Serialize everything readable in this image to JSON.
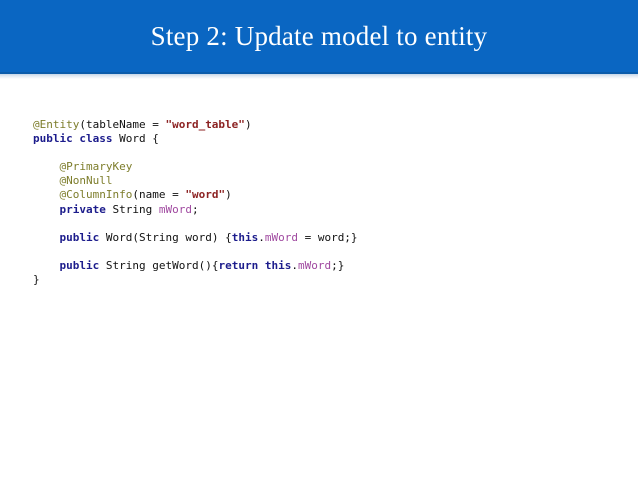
{
  "slide": {
    "title": "Step 2: Update model to entity",
    "header_color": "#0a66c2",
    "header_text_color": "#ffffff",
    "background_color": "#ffffff"
  },
  "palette": {
    "annotation": "#7d7d2b",
    "keyword": "#1c1c8c",
    "string": "#8c2222",
    "field": "#a049a0",
    "plain": "#101010"
  },
  "code": {
    "language": "java",
    "lines": [
      {
        "index": 1,
        "text": "@Entity(tableName = \"word_table\")",
        "tokens": [
          {
            "t": "@Entity",
            "c": "ann"
          },
          {
            "t": "(tableName = ",
            "c": "plain"
          },
          {
            "t": "\"word_table\"",
            "c": "str"
          },
          {
            "t": ")",
            "c": "plain"
          }
        ]
      },
      {
        "index": 2,
        "text": "public class Word {",
        "tokens": [
          {
            "t": "public class",
            "c": "kw"
          },
          {
            "t": " Word {",
            "c": "plain"
          }
        ]
      },
      {
        "index": 3,
        "text": "",
        "tokens": []
      },
      {
        "index": 4,
        "text": "    @PrimaryKey",
        "tokens": [
          {
            "t": "    ",
            "c": "plain"
          },
          {
            "t": "@PrimaryKey",
            "c": "ann"
          }
        ]
      },
      {
        "index": 5,
        "text": "    @NonNull",
        "tokens": [
          {
            "t": "    ",
            "c": "plain"
          },
          {
            "t": "@NonNull",
            "c": "ann"
          }
        ]
      },
      {
        "index": 6,
        "text": "    @ColumnInfo(name = \"word\")",
        "tokens": [
          {
            "t": "    ",
            "c": "plain"
          },
          {
            "t": "@ColumnInfo",
            "c": "ann"
          },
          {
            "t": "(name = ",
            "c": "plain"
          },
          {
            "t": "\"word\"",
            "c": "str"
          },
          {
            "t": ")",
            "c": "plain"
          }
        ]
      },
      {
        "index": 7,
        "text": "    private String mWord;",
        "tokens": [
          {
            "t": "    ",
            "c": "plain"
          },
          {
            "t": "private",
            "c": "kw"
          },
          {
            "t": " String ",
            "c": "plain"
          },
          {
            "t": "mWord",
            "c": "field"
          },
          {
            "t": ";",
            "c": "plain"
          }
        ]
      },
      {
        "index": 8,
        "text": "",
        "tokens": []
      },
      {
        "index": 9,
        "text": "    public Word(String word) {this.mWord = word;}",
        "tokens": [
          {
            "t": "    ",
            "c": "plain"
          },
          {
            "t": "public",
            "c": "kw"
          },
          {
            "t": " Word(String word) {",
            "c": "plain"
          },
          {
            "t": "this",
            "c": "kw"
          },
          {
            "t": ".",
            "c": "plain"
          },
          {
            "t": "mWord",
            "c": "field"
          },
          {
            "t": " = word;}",
            "c": "plain"
          }
        ]
      },
      {
        "index": 10,
        "text": "",
        "tokens": []
      },
      {
        "index": 11,
        "text": "    public String getWord(){return this.mWord;}",
        "tokens": [
          {
            "t": "    ",
            "c": "plain"
          },
          {
            "t": "public",
            "c": "kw"
          },
          {
            "t": " String getWord(){",
            "c": "plain"
          },
          {
            "t": "return this",
            "c": "kw"
          },
          {
            "t": ".",
            "c": "plain"
          },
          {
            "t": "mWord",
            "c": "field"
          },
          {
            "t": ";}",
            "c": "plain"
          }
        ]
      },
      {
        "index": 12,
        "text": "}",
        "tokens": [
          {
            "t": "}",
            "c": "plain"
          }
        ]
      }
    ]
  }
}
